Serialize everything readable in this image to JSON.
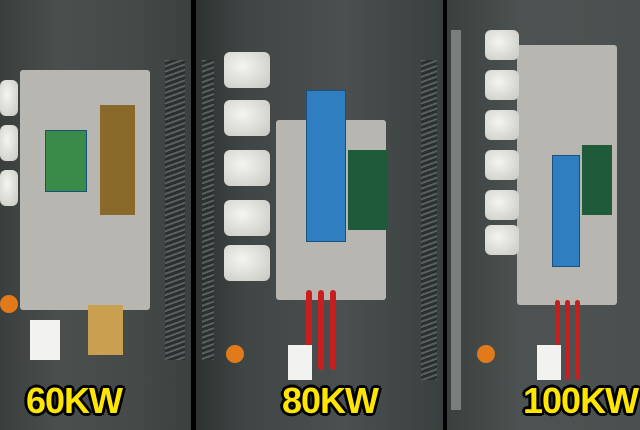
{
  "panels": [
    {
      "label": "60KW"
    },
    {
      "label": "80KW"
    },
    {
      "label": "100KW"
    }
  ],
  "colors": {
    "label": "#ffe600",
    "label_outline": "#000000"
  }
}
